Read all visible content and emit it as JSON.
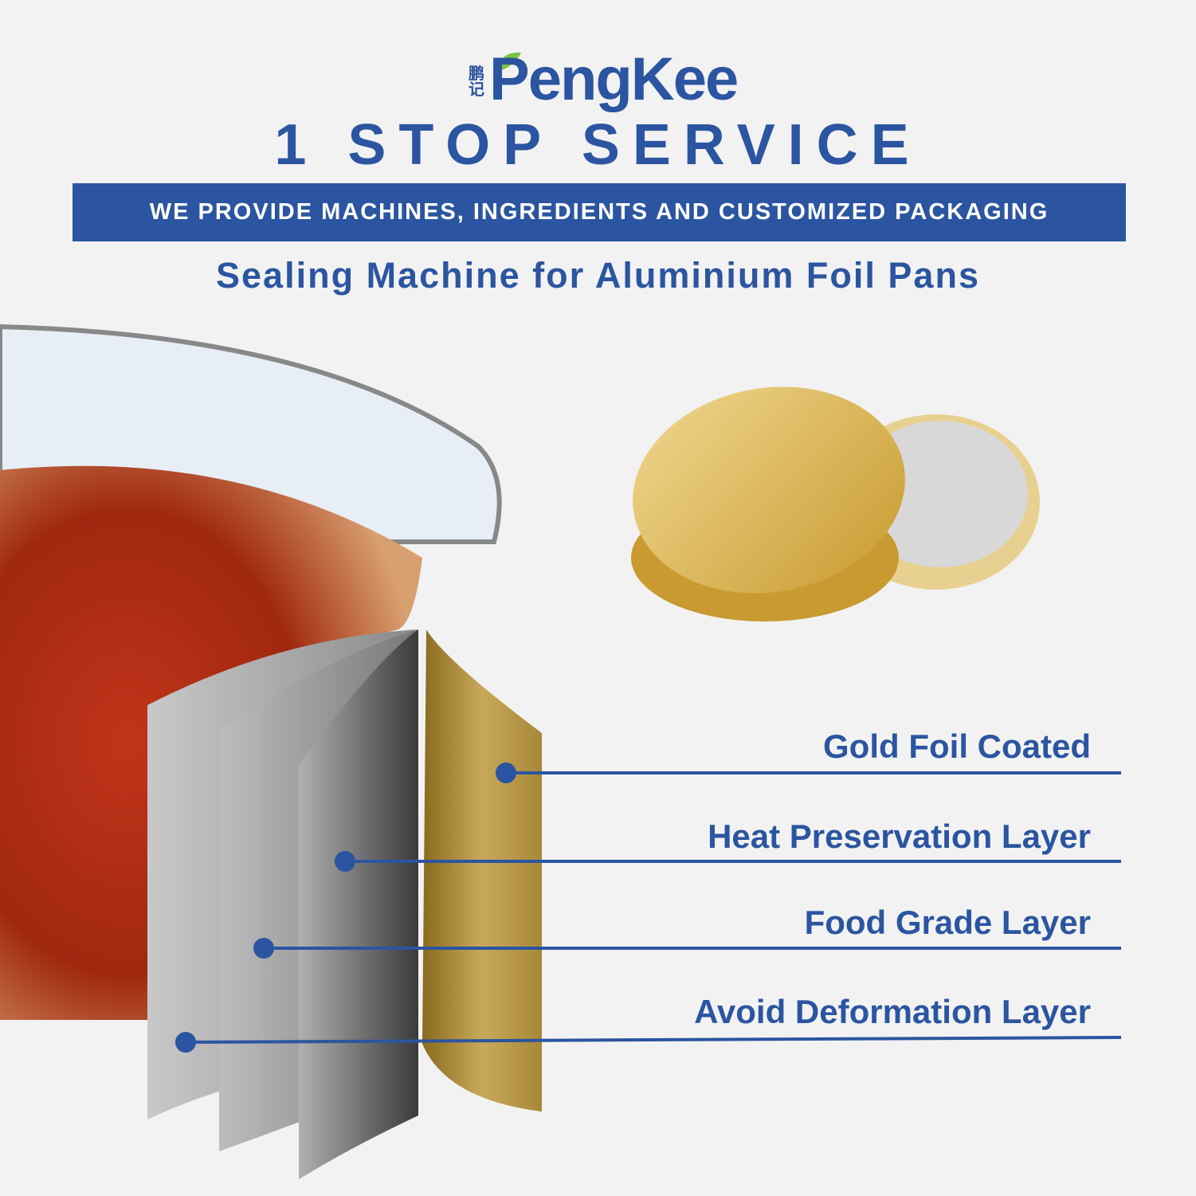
{
  "brand": {
    "name": "PengKee",
    "chinese_mark": "鹏记",
    "color": "#2b55a0",
    "leaf_color": "#7cc242"
  },
  "header": {
    "title": "1 STOP SERVICE",
    "banner": "WE PROVIDE MACHINES, INGREDIENTS AND CUSTOMIZED PACKAGING",
    "subtitle": "Sealing Machine for Aluminium Foil Pans"
  },
  "layers": [
    {
      "label": "Gold Foil Coated"
    },
    {
      "label": "Heat Preservation Layer"
    },
    {
      "label": "Food Grade Layer"
    },
    {
      "label": "Avoid Deformation Layer"
    }
  ],
  "images": {
    "main": "crayfish-in-foil-pan-cross-section",
    "product": "gold-round-foil-pans-with-lid"
  }
}
